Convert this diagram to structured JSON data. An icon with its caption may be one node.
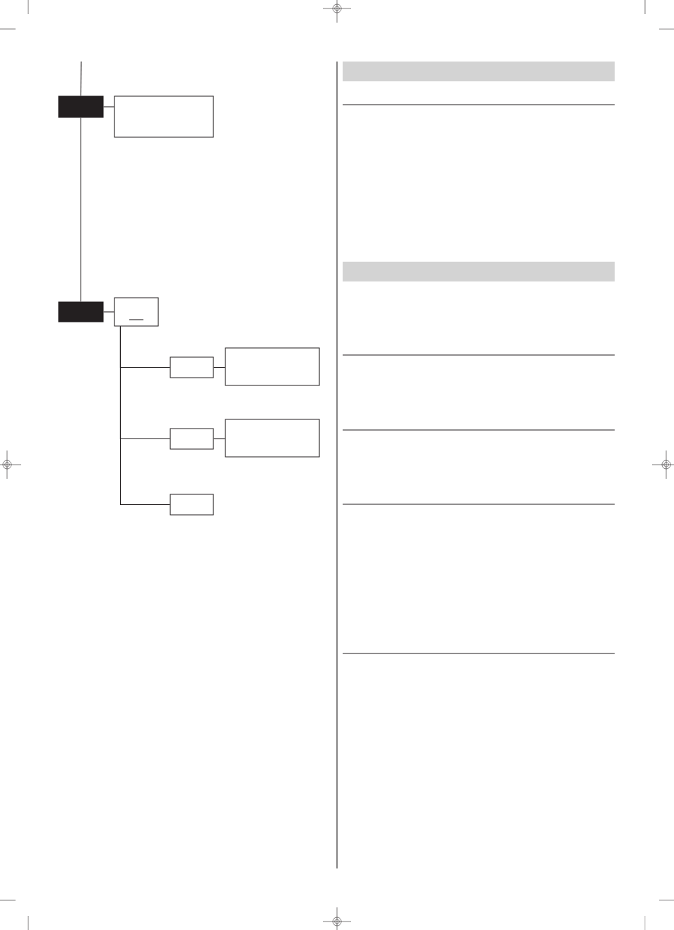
{
  "diagram": {
    "nodes": [
      {
        "text": [],
        "shape": "box"
      },
      {
        "text": [],
        "shape": "box"
      },
      {
        "text": [],
        "shape": "box"
      },
      {
        "text": [],
        "shape": "box"
      },
      {
        "text": [],
        "shape": "box"
      },
      {
        "text": [],
        "shape": "box"
      },
      {
        "text": [],
        "shape": "box"
      },
      {
        "text": [],
        "shape": "box"
      },
      {
        "text": [],
        "shape": "box"
      },
      {
        "text": [],
        "shape": "bar"
      },
      {
        "text": [],
        "shape": "bar"
      }
    ],
    "edges": [
      {
        "from": null,
        "to": 0,
        "arrow": "none"
      },
      {
        "from": 0,
        "to": 1,
        "arrow": "none"
      },
      {
        "from": 0,
        "to": 2,
        "arrow": "none"
      },
      {
        "from": 2,
        "to": 3,
        "arrow": "none"
      },
      {
        "from": 3,
        "to": 4,
        "arrow": "none"
      },
      {
        "from": 4,
        "to": 5,
        "arrow": "none"
      },
      {
        "from": 3,
        "to": 6,
        "arrow": "none"
      },
      {
        "from": 6,
        "to": 7,
        "arrow": "none"
      },
      {
        "from": 3,
        "to": 8,
        "arrow": "none"
      }
    ]
  }
}
